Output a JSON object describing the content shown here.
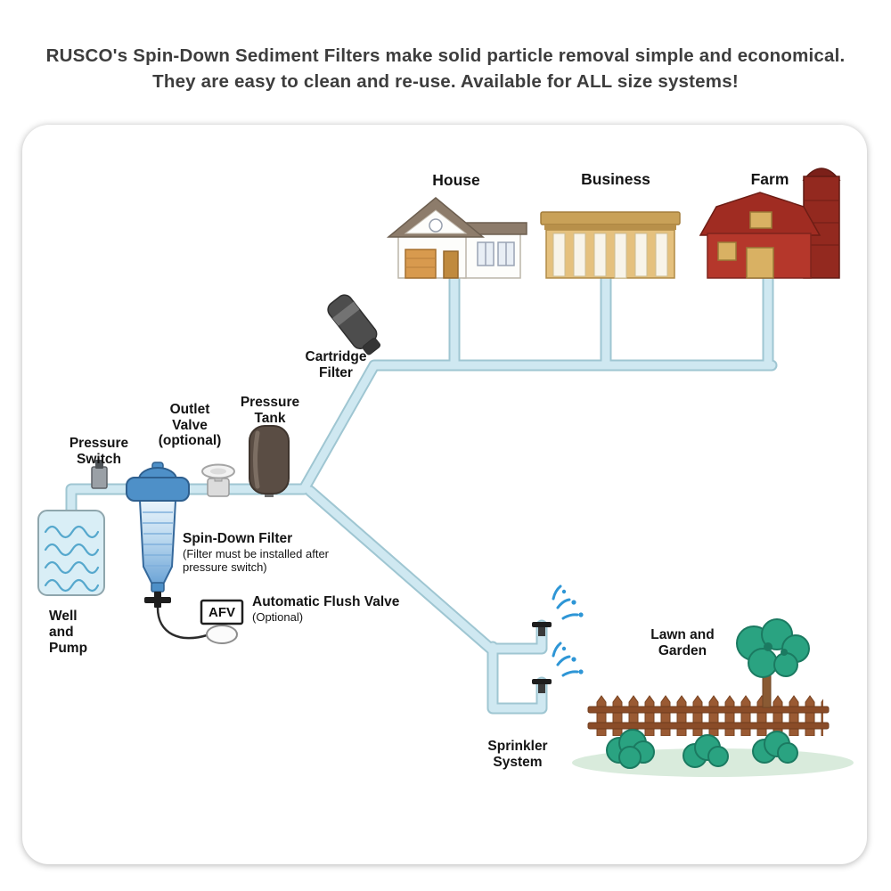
{
  "headline": {
    "line1": "RUSCO's Spin-Down Sediment Filters make solid particle removal simple and economical.",
    "line2": "They are easy to clean and re-use. Available for ALL size systems!"
  },
  "diagram": {
    "destinations": {
      "house": "House",
      "business": "Business",
      "farm": "Farm"
    },
    "labels": {
      "cartridge_filter": {
        "line1": "Cartridge",
        "line2": "Filter"
      },
      "outlet_valve": {
        "line1": "Outlet",
        "line2": "Valve",
        "line3": "(optional)"
      },
      "pressure_tank": {
        "line1": "Pressure",
        "line2": "Tank"
      },
      "pressure_switch": {
        "line1": "Pressure",
        "line2": "Switch"
      },
      "spin_down_filter": {
        "title": "Spin-Down Filter",
        "note_line1": "(Filter must be installed after",
        "note_line2": "pressure switch)"
      },
      "automatic_flush_valve": {
        "box": "AFV",
        "title": "Automatic Flush Valve",
        "note": "(Optional)"
      },
      "well_pump": {
        "line1": "Well",
        "line2": "and",
        "line3": "Pump"
      },
      "sprinkler": {
        "line1": "Sprinkler",
        "line2": "System"
      },
      "lawn_garden": {
        "line1": "Lawn and",
        "line2": "Garden"
      }
    },
    "colors": {
      "pipe": "#cfe8f1",
      "pipe_outline": "#9fc6d2",
      "barn_red": "#b5372b",
      "business_tan": "#e5c17e",
      "roof_gray": "#8d7c6b",
      "filter_blue": "#4e90c8",
      "foliage_green": "#2aa381",
      "fence_brown": "#9a5a33",
      "droplet_blue": "#2e96d6"
    }
  }
}
